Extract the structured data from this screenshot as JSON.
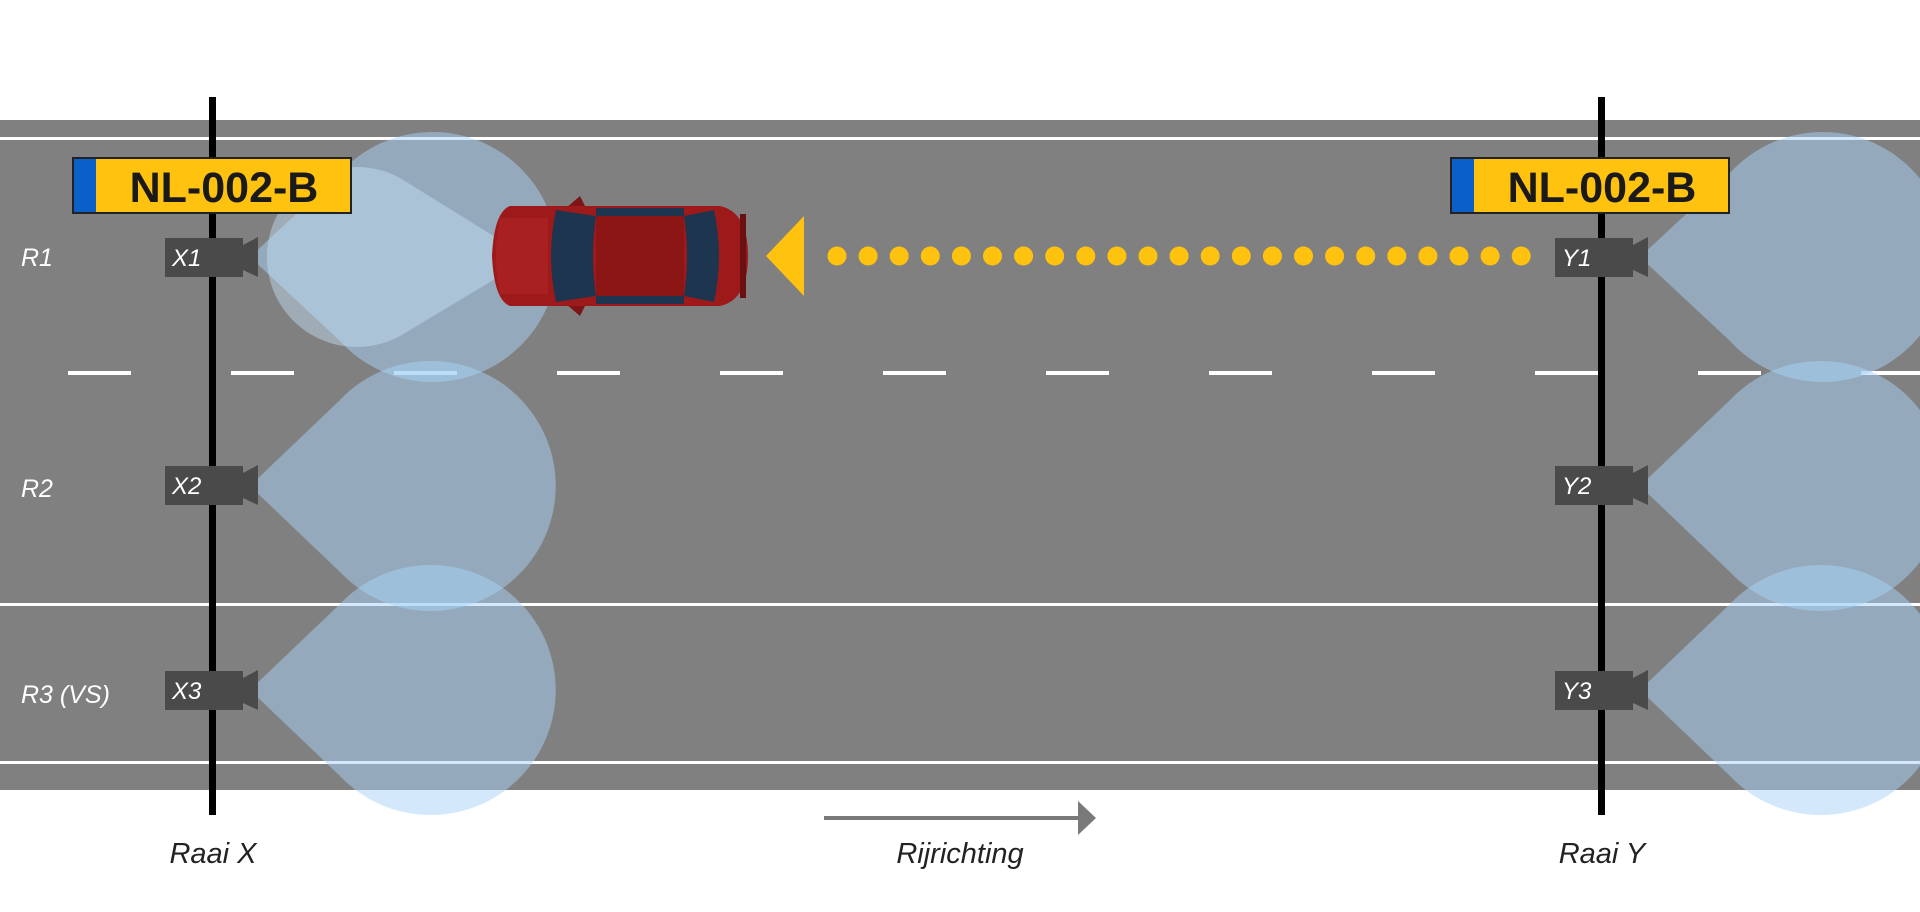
{
  "lanes": [
    {
      "label": "R1"
    },
    {
      "label": "R2"
    },
    {
      "label": "R3 (VS)"
    }
  ],
  "cameras": {
    "left": [
      {
        "label": "X1"
      },
      {
        "label": "X2"
      },
      {
        "label": "X3"
      }
    ],
    "right": [
      {
        "label": "Y1"
      },
      {
        "label": "Y2"
      },
      {
        "label": "Y3"
      }
    ]
  },
  "plates": {
    "left": {
      "text": "NL-002-B"
    },
    "right": {
      "text": "NL-002-B"
    }
  },
  "lines": {
    "left_label": "Raai X",
    "right_label": "Raai Y"
  },
  "direction": {
    "label": "Rijrichting"
  },
  "colors": {
    "road": "#808080",
    "marking": "#ffffff",
    "plate_yellow": "#ffc20e",
    "plate_blue": "#0b5fc8",
    "camera": "#4a4a4a",
    "beam": "#9ccbf2",
    "car": "#a01c1c",
    "dots": "#ffc20e"
  }
}
